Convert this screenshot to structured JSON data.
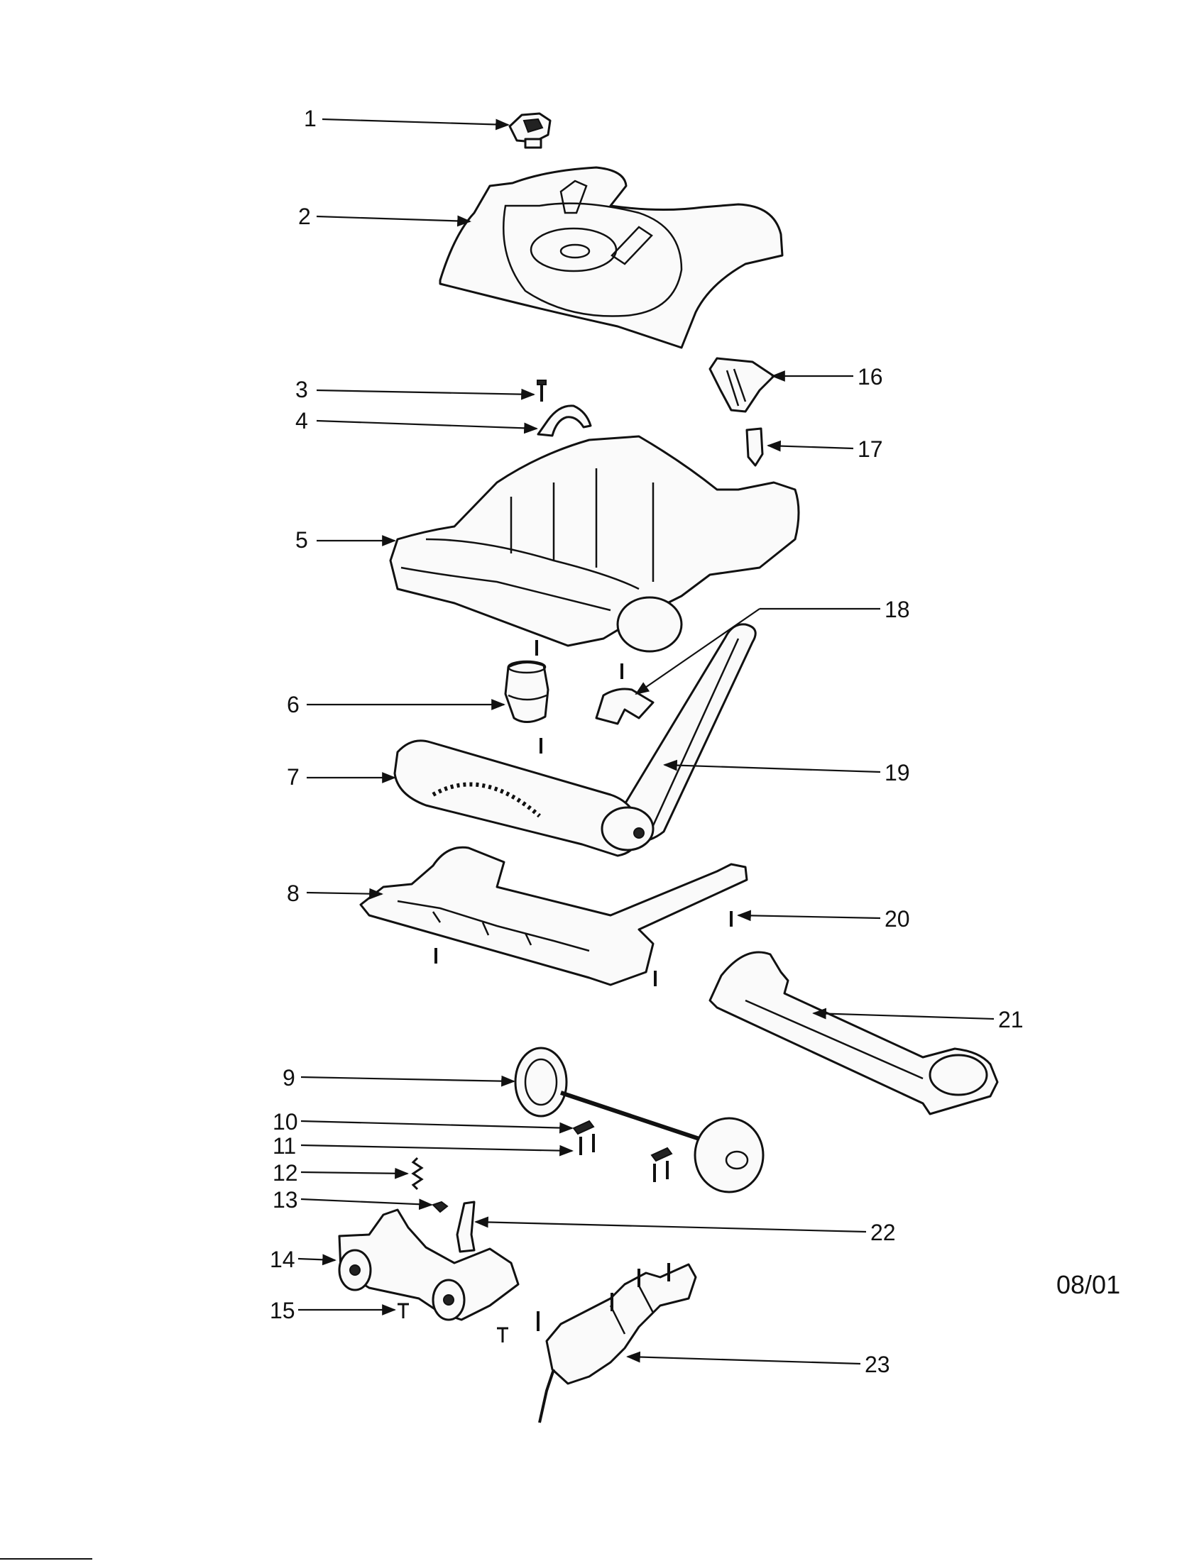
{
  "diagram": {
    "date_code": "08/01",
    "callouts": [
      {
        "id": "1",
        "label": "1"
      },
      {
        "id": "2",
        "label": "2"
      },
      {
        "id": "3",
        "label": "3"
      },
      {
        "id": "4",
        "label": "4"
      },
      {
        "id": "5",
        "label": "5"
      },
      {
        "id": "6",
        "label": "6"
      },
      {
        "id": "7",
        "label": "7"
      },
      {
        "id": "8",
        "label": "8"
      },
      {
        "id": "9",
        "label": "9"
      },
      {
        "id": "10",
        "label": "10"
      },
      {
        "id": "11",
        "label": "11"
      },
      {
        "id": "12",
        "label": "12"
      },
      {
        "id": "13",
        "label": "13"
      },
      {
        "id": "14",
        "label": "14"
      },
      {
        "id": "15",
        "label": "15"
      },
      {
        "id": "16",
        "label": "16"
      },
      {
        "id": "17",
        "label": "17"
      },
      {
        "id": "18",
        "label": "18"
      },
      {
        "id": "19",
        "label": "19"
      },
      {
        "id": "20",
        "label": "20"
      },
      {
        "id": "21",
        "label": "21"
      },
      {
        "id": "22",
        "label": "22"
      },
      {
        "id": "23",
        "label": "23"
      }
    ]
  }
}
